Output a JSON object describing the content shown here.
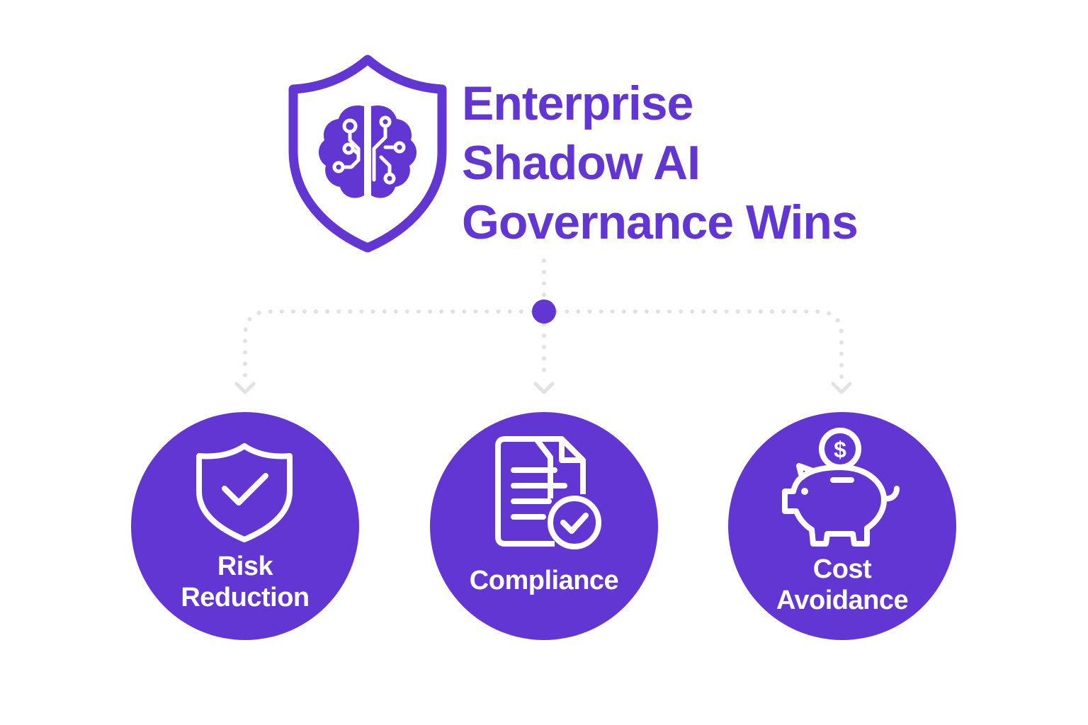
{
  "title": {
    "lines": [
      "Enterprise",
      "Shadow AI",
      "Governance Wins"
    ]
  },
  "header_icon": "shield-brain-circuit-icon",
  "colors": {
    "accent": "#6236D3",
    "connector": "#E2E2E2",
    "hub": "#6236D3",
    "background": "#FFFFFF",
    "label": "#FFFFFF"
  },
  "nodes": [
    {
      "label_lines": [
        "Risk",
        "Reduction"
      ],
      "icon": "shield-check-icon"
    },
    {
      "label_lines": [
        "Compliance"
      ],
      "icon": "document-check-icon"
    },
    {
      "label_lines": [
        "Cost",
        "Avoidance"
      ],
      "icon": "piggy-bank-dollar-icon"
    }
  ]
}
